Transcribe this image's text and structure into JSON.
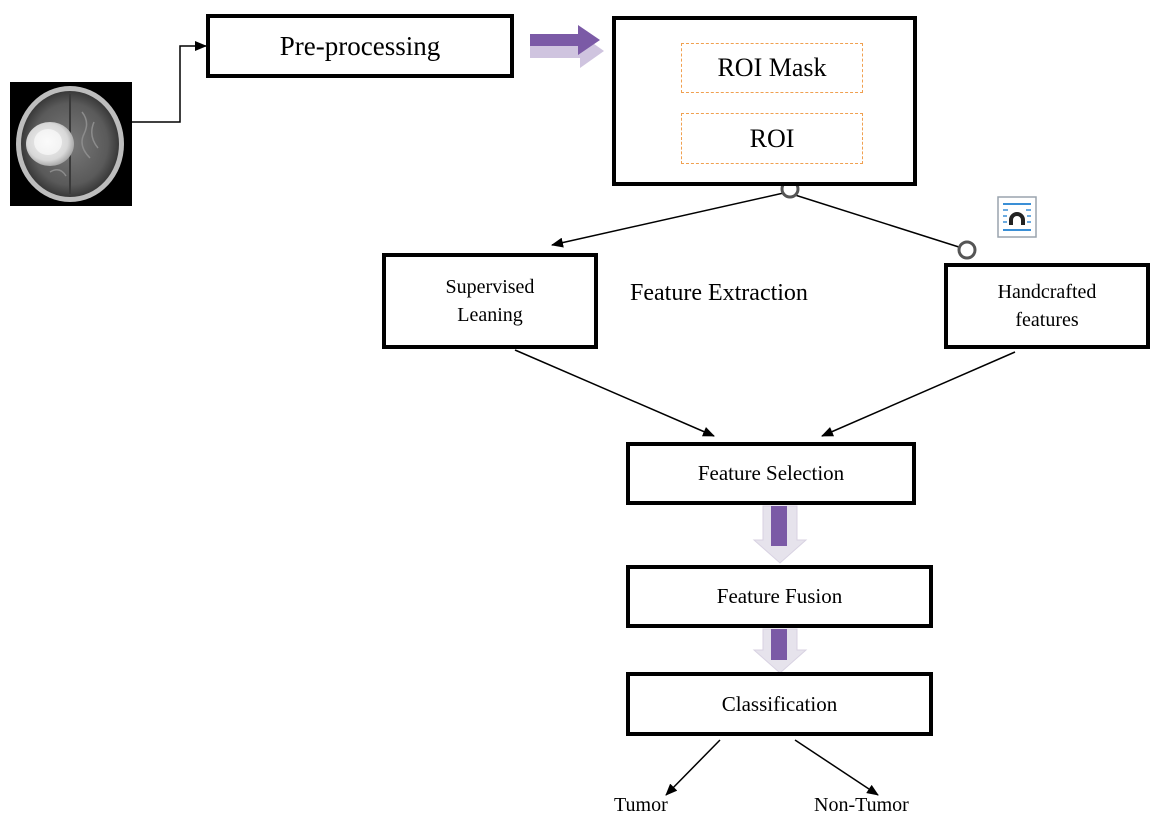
{
  "nodes": {
    "preprocessing": "Pre-processing",
    "roi_mask": "ROI Mask",
    "roi": "ROI",
    "supervised_line1": "Supervised",
    "supervised_line2": "Leaning",
    "feature_extraction": "Feature Extraction",
    "handcrafted_line1": "Handcrafted",
    "handcrafted_line2": "features",
    "feature_selection": "Feature Selection",
    "feature_fusion": "Feature Fusion",
    "classification": "Classification",
    "tumor": "Tumor",
    "non_tumor": "Non-Tumor"
  },
  "colors": {
    "fat_arrow": "#7b5aa6",
    "fat_arrow_shadow": "#cfc4df",
    "dashed_border": "#f0a050",
    "icon_blue": "#3a8fd6"
  },
  "icons": {
    "input_image": "brain-mri-scan",
    "floating_icon": "document-icon"
  }
}
